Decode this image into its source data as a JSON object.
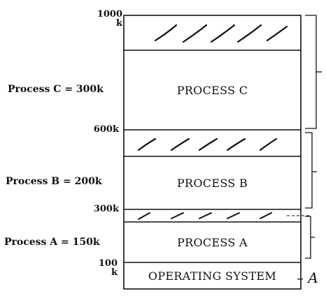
{
  "labels": {
    "process_c": "Process C = 300k",
    "process_b": "Process B = 200k",
    "process_a": "Process A = 150k"
  },
  "addresses": {
    "a1000": "1000\nk",
    "a600": "600k",
    "a300": "300k",
    "a100": "100\nk"
  },
  "regions": {
    "c": "PROCESS C",
    "b": "PROCESS B",
    "a": "PROCESS A",
    "os": "OPERATING SYSTEM"
  },
  "annotation": "– A"
}
